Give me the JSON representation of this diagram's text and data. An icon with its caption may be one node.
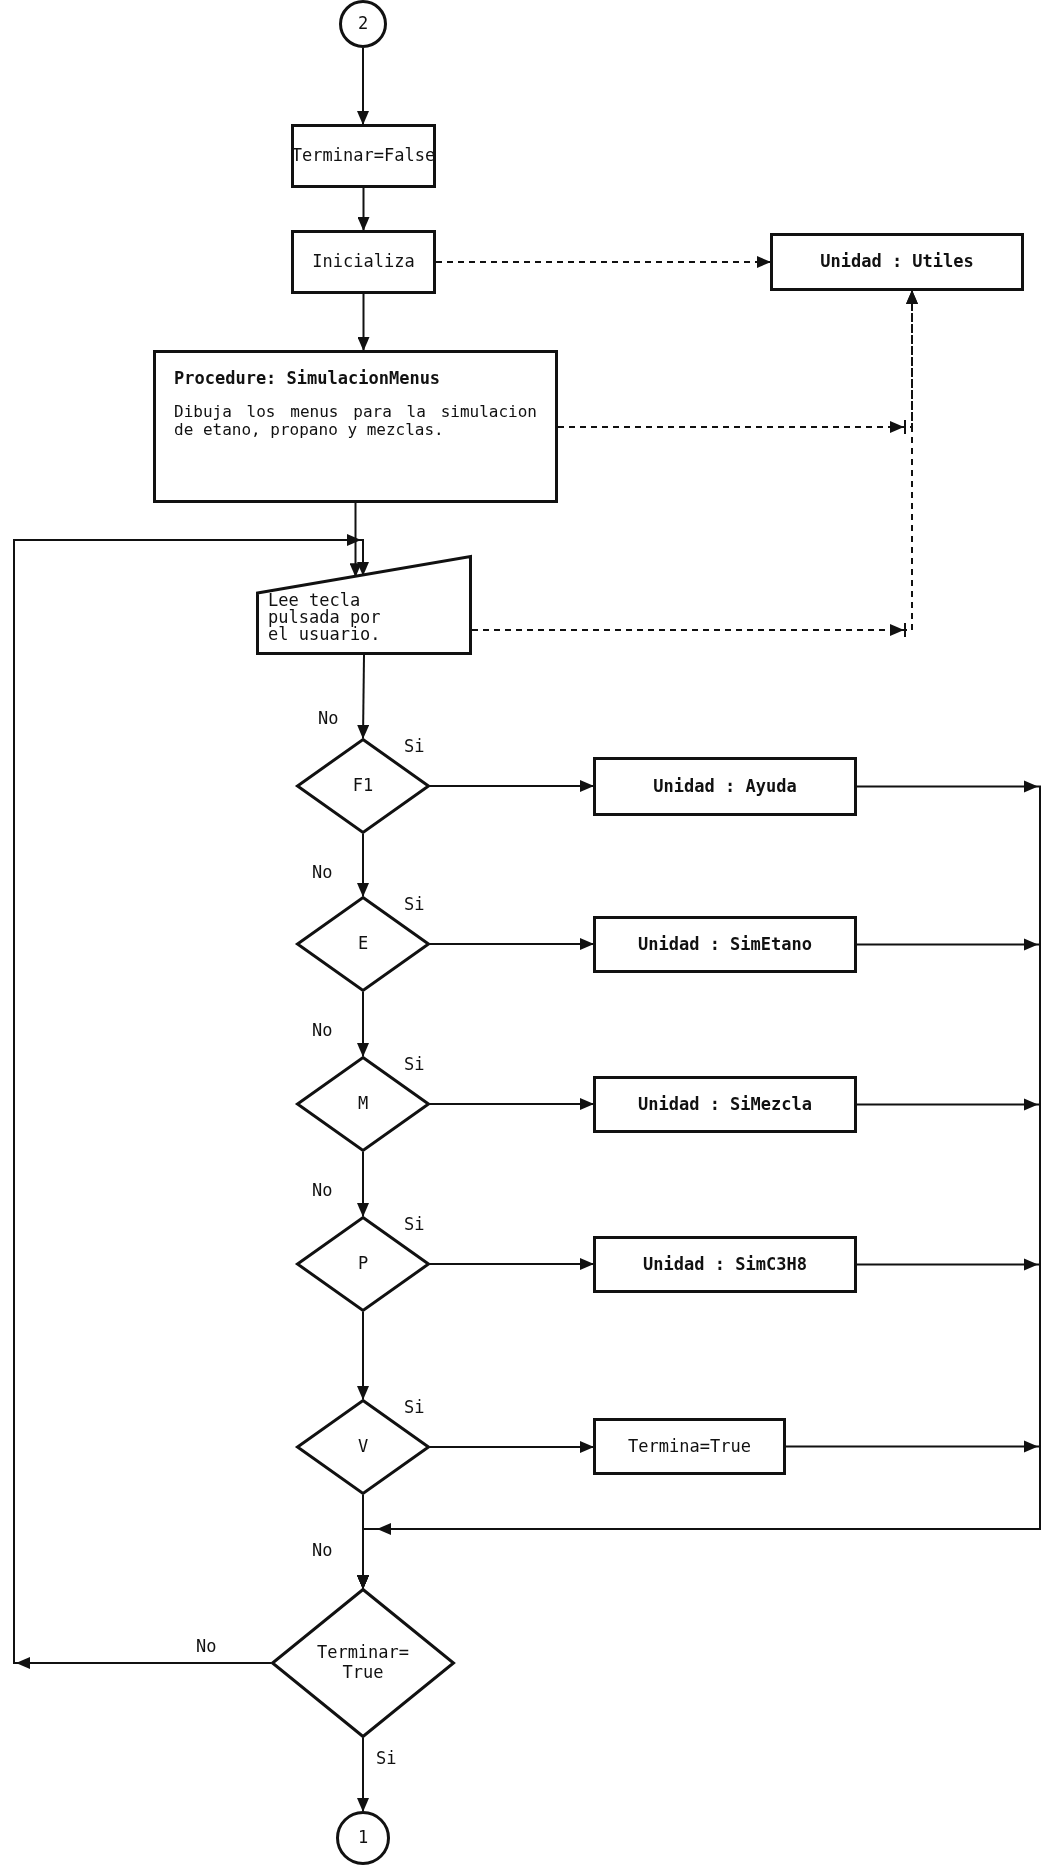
{
  "diagram": {
    "nodes": [
      {
        "text": [
          "2"
        ]
      },
      {
        "text": [
          "Terminar=False"
        ]
      },
      {
        "text": [
          "Inicializa"
        ]
      },
      {
        "text": [
          "Unidad : Utiles"
        ]
      },
      {
        "text": [
          "Procedure: SimulacionMenus",
          "Dibuja los menus para la simulacion de etano, propano y mezclas."
        ]
      },
      {
        "text": [
          "Lee tecla pulsada por el usuario."
        ]
      },
      {
        "text": [
          "F1"
        ]
      },
      {
        "text": [
          "Unidad : Ayuda"
        ]
      },
      {
        "text": [
          "E"
        ]
      },
      {
        "text": [
          "Unidad : SimEtano"
        ]
      },
      {
        "text": [
          "M"
        ]
      },
      {
        "text": [
          "Unidad : SiMezcla"
        ]
      },
      {
        "text": [
          "P"
        ]
      },
      {
        "text": [
          "Unidad : SimC3H8"
        ]
      },
      {
        "text": [
          "V"
        ]
      },
      {
        "text": [
          "Termina=True"
        ]
      },
      {
        "text": [
          "Terminar= True"
        ]
      },
      {
        "text": [
          "1"
        ]
      }
    ],
    "edges": [
      {
        "from": 0,
        "to": 1,
        "arrow": "to"
      },
      {
        "from": 1,
        "to": 2,
        "arrow": "to"
      },
      {
        "from": 2,
        "to": 4,
        "arrow": "to"
      },
      {
        "from": 4,
        "to": 5,
        "arrow": "to"
      },
      {
        "from": 2,
        "to": 3,
        "arrow": "to",
        "style": "dashed"
      },
      {
        "from": 4,
        "to": 3,
        "arrow": "to",
        "style": "dashed"
      },
      {
        "from": 5,
        "to": 3,
        "arrow": "to",
        "style": "dashed"
      },
      {
        "from": 5,
        "to": 6,
        "arrow": "to",
        "label": "No"
      },
      {
        "from": 6,
        "to": 7,
        "arrow": "to",
        "label": "Si"
      },
      {
        "from": 6,
        "to": 8,
        "arrow": "to",
        "label": "No"
      },
      {
        "from": 8,
        "to": 9,
        "arrow": "to",
        "label": "Si"
      },
      {
        "from": 8,
        "to": 10,
        "arrow": "to",
        "label": "No"
      },
      {
        "from": 10,
        "to": 11,
        "arrow": "to",
        "label": "Si"
      },
      {
        "from": 10,
        "to": 12,
        "arrow": "to",
        "label": "No"
      },
      {
        "from": 12,
        "to": 13,
        "arrow": "to",
        "label": "Si"
      },
      {
        "from": 12,
        "to": 14,
        "arrow": "to"
      },
      {
        "from": 14,
        "to": 15,
        "arrow": "to",
        "label": "Si"
      },
      {
        "from": 14,
        "to": 16,
        "arrow": "to",
        "label": "No"
      },
      {
        "from": 7,
        "to": 16,
        "arrow": "to"
      },
      {
        "from": 9,
        "to": 16,
        "arrow": "to"
      },
      {
        "from": 11,
        "to": 16,
        "arrow": "to"
      },
      {
        "from": 13,
        "to": 16,
        "arrow": "to"
      },
      {
        "from": 15,
        "to": 16,
        "arrow": "to"
      },
      {
        "from": 16,
        "to": 5,
        "arrow": "to",
        "label": "No"
      },
      {
        "from": 16,
        "to": 17,
        "arrow": "to",
        "label": "Si"
      }
    ]
  }
}
